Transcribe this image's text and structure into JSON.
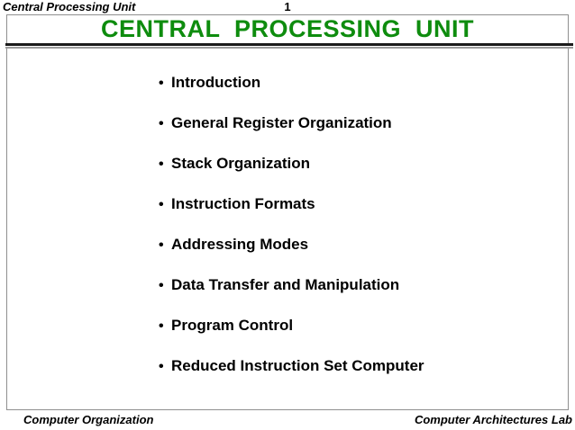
{
  "slide": {
    "header": {
      "course_title": "Central Processing Unit",
      "page_number": "1"
    },
    "title": "CENTRAL  PROCESSING  UNIT",
    "bullet_glyph": "•",
    "bullets": [
      "Introduction",
      "General Register Organization",
      "Stack Organization",
      "Instruction Formats",
      "Addressing Modes",
      "Data Transfer and Manipulation",
      "Program Control",
      "Reduced Instruction Set Computer"
    ],
    "footer": {
      "left": "Computer Organization",
      "right": "Computer Architectures Lab"
    },
    "colors": {
      "title_green": "#0e8c0e",
      "text_black": "#000000",
      "frame_gray": "#8f8f8f",
      "rule_dark": "#1b1b1b",
      "rule_light": "#9c9c9c"
    }
  }
}
